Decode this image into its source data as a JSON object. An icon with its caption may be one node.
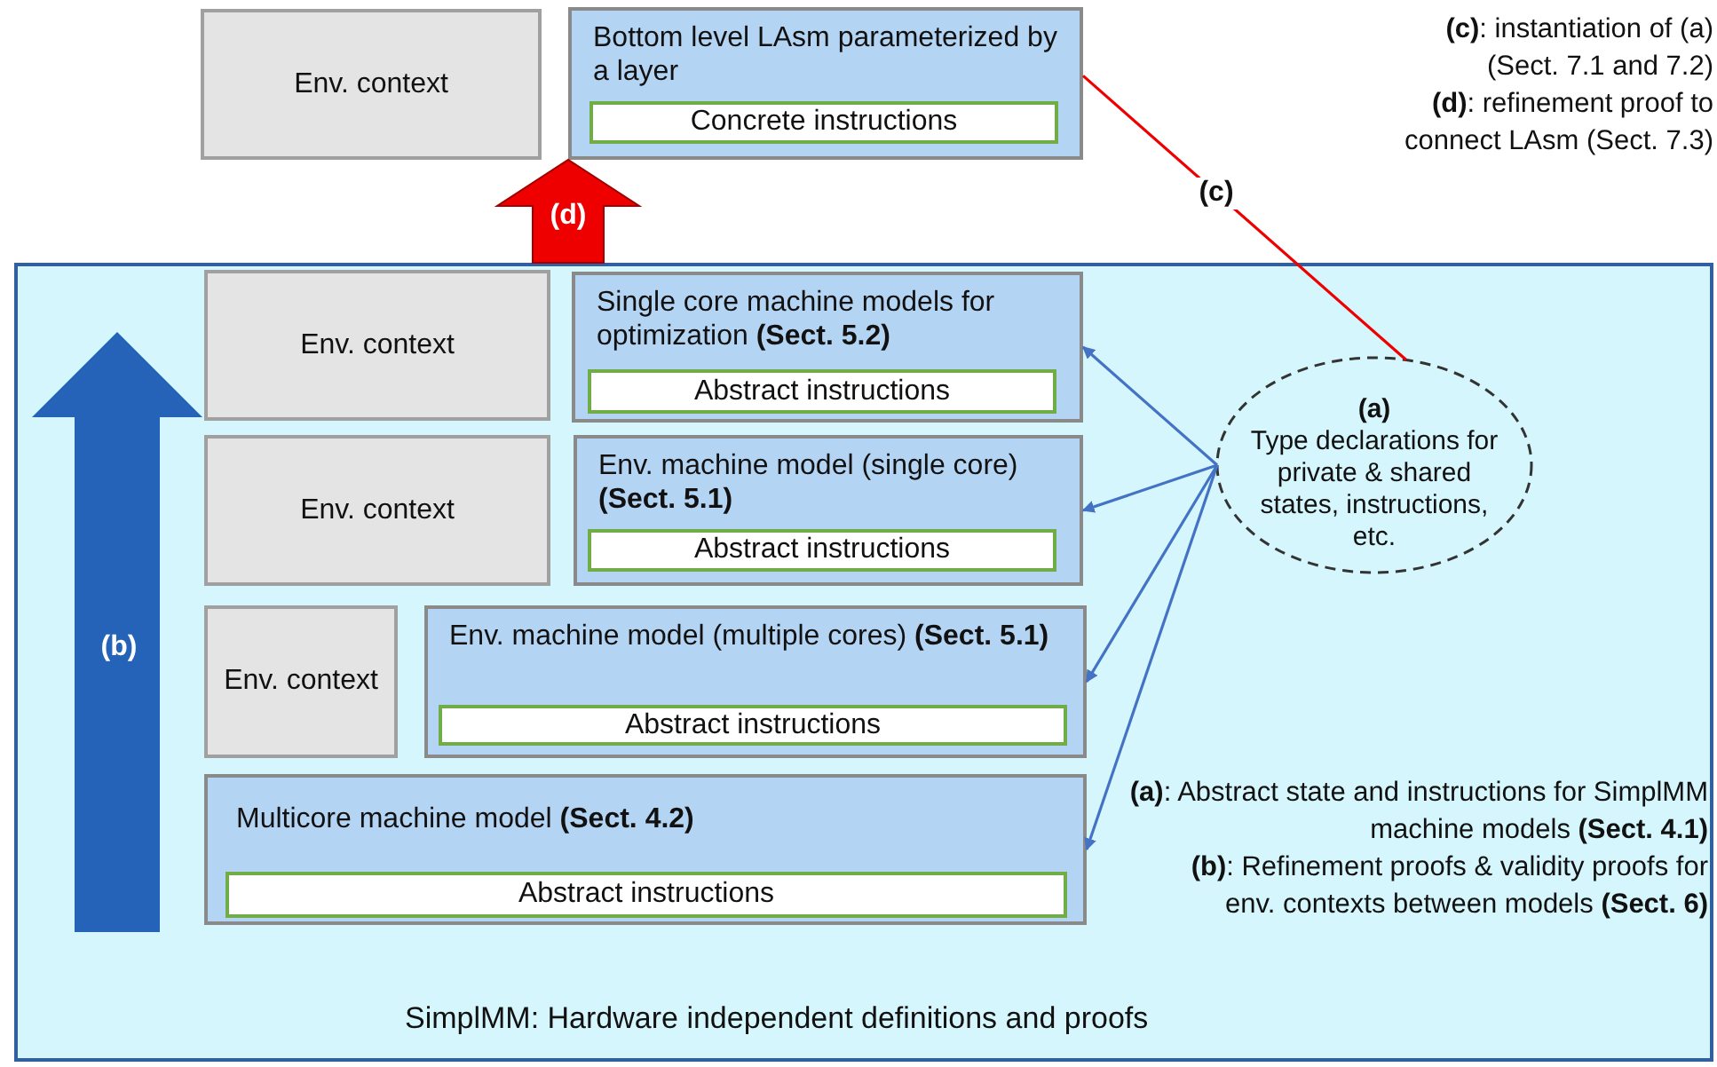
{
  "diagram": {
    "nodes": [
      {
        "text": [
          "Env. context"
        ]
      },
      {
        "text": [
          "Bottom level LAsm parameterized by a layer"
        ]
      },
      {
        "text": [
          "Concrete instructions"
        ],
        "in": 1
      },
      {
        "text": [
          "SimplMM: Hardware independent definitions and proofs"
        ]
      },
      {
        "text": [
          "Env. context"
        ],
        "in": 3
      },
      {
        "text": [
          "Single core machine models for optimization **(Sect. 5.2)**"
        ],
        "in": 3
      },
      {
        "text": [
          "Abstract instructions"
        ],
        "in": 5
      },
      {
        "text": [
          "Env. context"
        ],
        "in": 3
      },
      {
        "text": [
          "Env. machine model (single core) **(Sect. 5.1)**"
        ],
        "in": 3
      },
      {
        "text": [
          "Abstract instructions"
        ],
        "in": 8
      },
      {
        "text": [
          "Env. context"
        ],
        "in": 3
      },
      {
        "text": [
          "Env. machine model (multiple cores) **(Sect. 5.1)**"
        ],
        "in": 3
      },
      {
        "text": [
          "Abstract instructions"
        ],
        "in": 11
      },
      {
        "text": [
          "Multicore machine model **(Sect. 4.2)**"
        ],
        "in": 3
      },
      {
        "text": [
          "Abstract instructions"
        ],
        "in": 13
      },
      {
        "text": [
          "(a)",
          "Type declarations for private & shared states, instructions, etc."
        ],
        "in": 3
      }
    ],
    "edges": [
      {
        "from": 3,
        "to": 1,
        "arrow": "to",
        "label": "(d)",
        "style": "thick",
        "color": "#ee0000"
      },
      {
        "from": 15,
        "to": 1,
        "arrow": "none",
        "label": "(c)",
        "color": "#ee0000"
      },
      {
        "from": 15,
        "to": 5,
        "arrow": "to"
      },
      {
        "from": 15,
        "to": 8,
        "arrow": "to"
      },
      {
        "from": 15,
        "to": 11,
        "arrow": "to"
      },
      {
        "from": 15,
        "to": 13,
        "arrow": "to"
      }
    ],
    "labels": [
      "**(c)**: instantiation of (a) (Sect. 7.1 and 7.2)",
      "**(d)**: refinement proof to connect LAsm (Sect. 7.3)",
      "(b)",
      "**(a)**: Abstract state and instructions for SimplMM machine models **(Sect. 4.1)**",
      "**(b)**: Refinement proofs & validity proofs for env. contexts between models **(Sect. 6)**"
    ]
  }
}
